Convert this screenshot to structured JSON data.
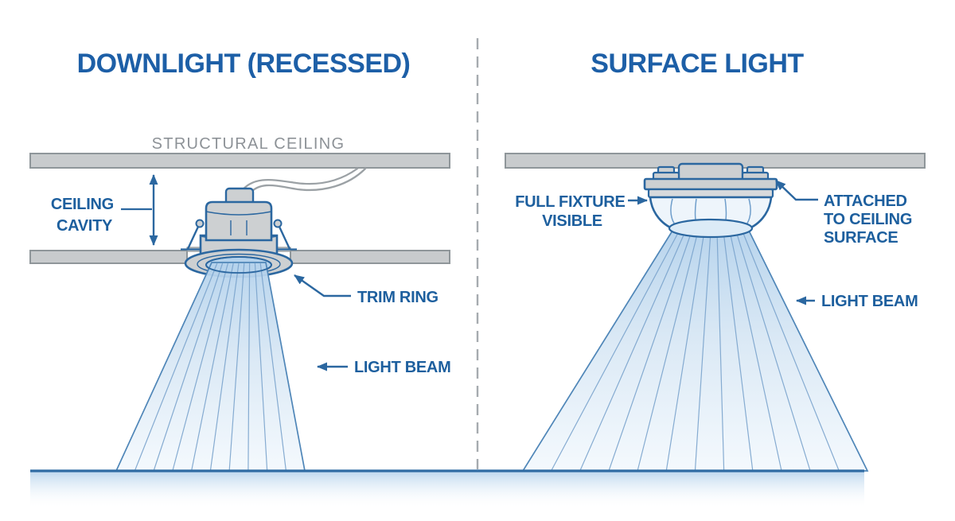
{
  "diagram": {
    "left": {
      "title": "DOWNLIGHT (RECESSED)",
      "structural_ceiling_label": "STRUCTURAL CEILING",
      "cavity_label": [
        "CEILING",
        "CAVITY"
      ],
      "trim_ring_label": "TRIM RING",
      "light_beam_label": "LIGHT BEAM"
    },
    "right": {
      "title": "SURFACE LIGHT",
      "full_fixture_label": [
        "FULL FIXTURE",
        "VISIBLE"
      ],
      "attached_label": [
        "ATTACHED",
        "TO CEILING",
        "SURFACE"
      ],
      "light_beam_label": "LIGHT BEAM"
    },
    "colors": {
      "title_blue": "#1d5fa7",
      "label_blue": "#1d5f9e",
      "gray_text": "#8d9297",
      "outline_blue": "#2b67a0",
      "ceiling_gray": "#c8cbcd",
      "ceiling_edge": "#8f969a",
      "beam_fill": "#b4d2ec",
      "beam_ray": "#7aa3cc",
      "floor_blue": "#2f6ba3",
      "wire_gray": "#9ba1a5",
      "divider_gray": "#a6abaf"
    }
  }
}
